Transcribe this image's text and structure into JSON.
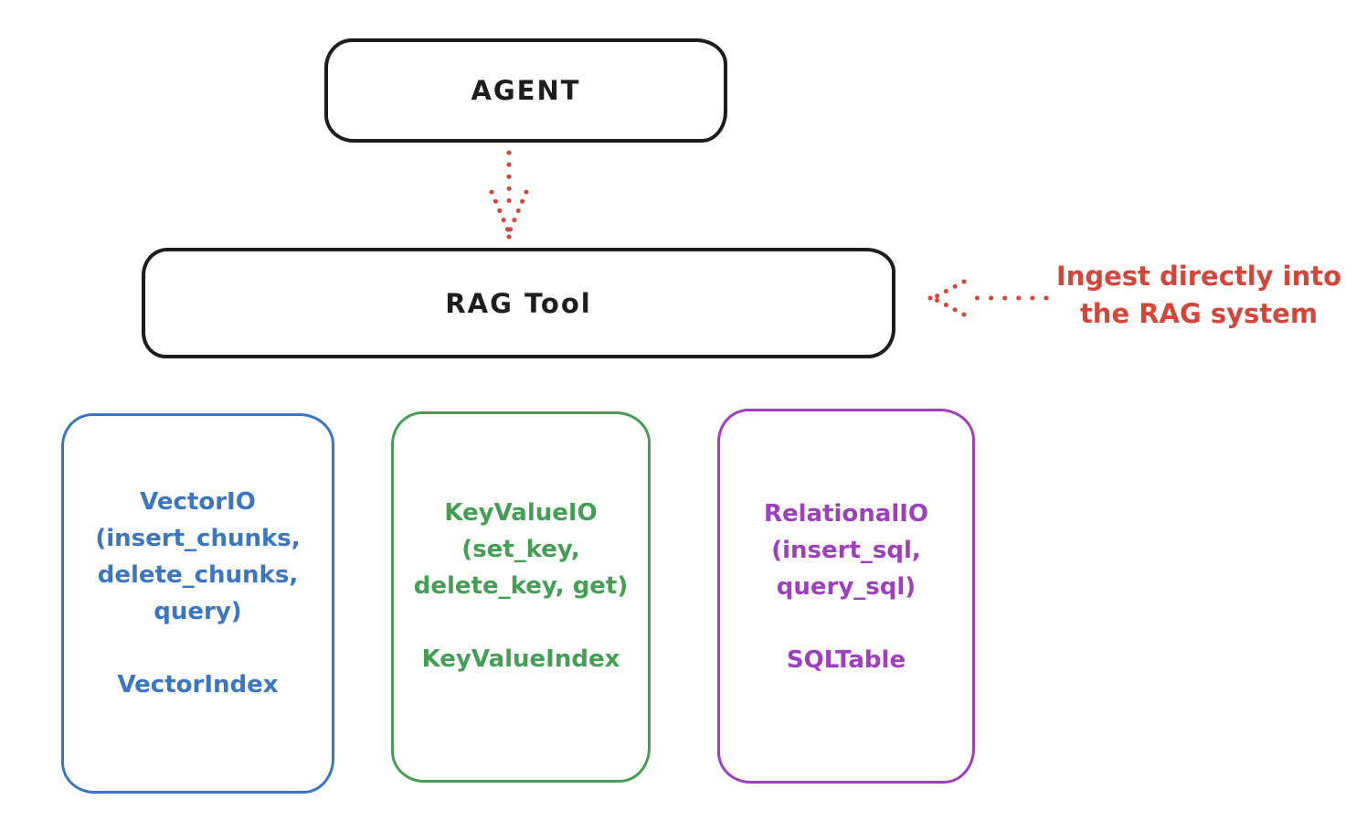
{
  "diagram": {
    "agent": {
      "label": "AGENT"
    },
    "rag_tool": {
      "label": "RAG Tool"
    },
    "annotation": {
      "lines": [
        "Ingest directly into",
        "the RAG system"
      ]
    },
    "arrows": [
      {
        "name": "agent-to-rag",
        "style": "dotted",
        "direction": "down"
      },
      {
        "name": "annotation-to-rag",
        "style": "dotted",
        "direction": "left"
      }
    ],
    "cards": [
      {
        "id": "vector-io",
        "color": "#3a76c1",
        "lines": [
          "VectorIO",
          "(insert_chunks,",
          "delete_chunks,",
          "query)",
          "",
          "VectorIndex"
        ]
      },
      {
        "id": "keyvalue-io",
        "color": "#459e55",
        "lines": [
          "KeyValueIO",
          "(set_key,",
          "delete_key, get)",
          "",
          "KeyValueIndex"
        ]
      },
      {
        "id": "relational-io",
        "color": "#9d3fbe",
        "lines": [
          "RelationalIO",
          "(insert_sql,",
          "query_sql)",
          "",
          "SQLTable"
        ]
      }
    ],
    "colors": {
      "stroke": "#1d1d1d",
      "accent_red": "#d4453a"
    }
  }
}
